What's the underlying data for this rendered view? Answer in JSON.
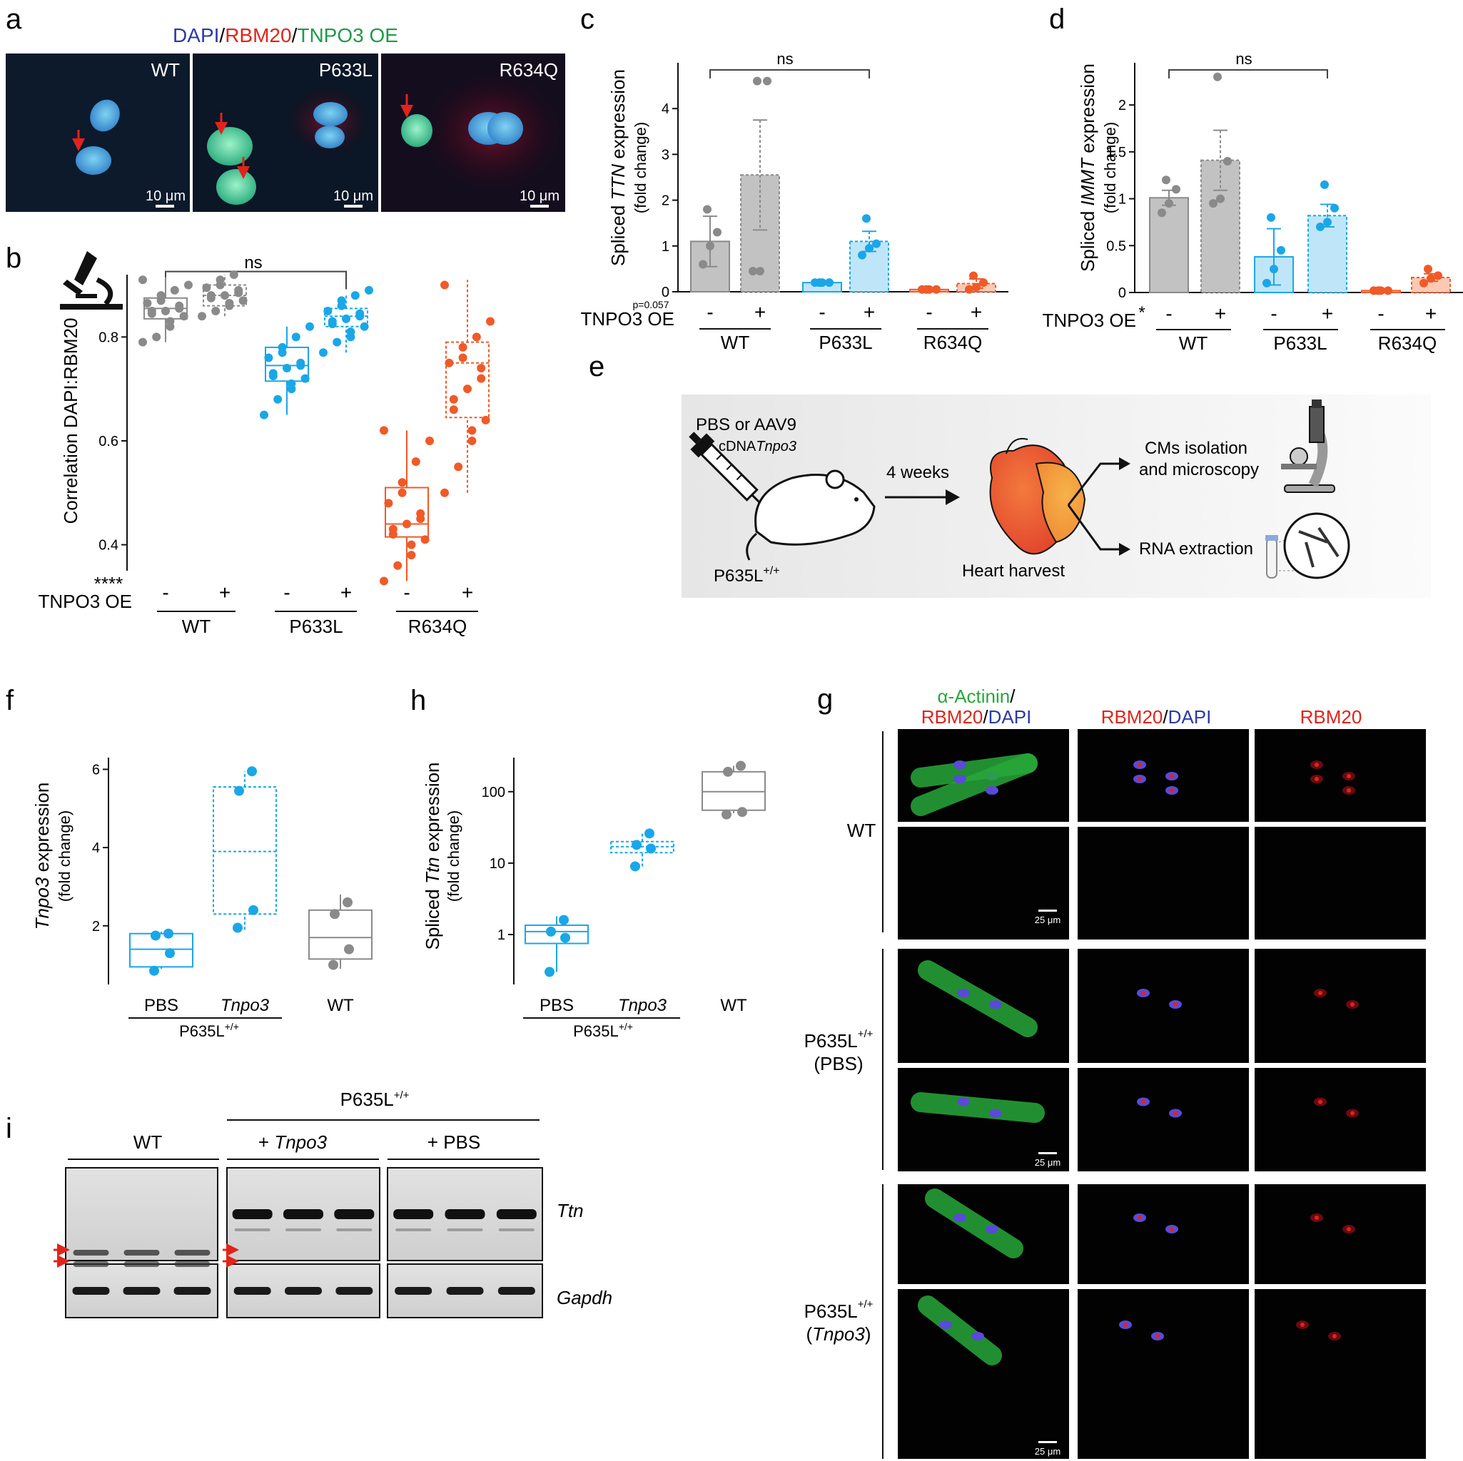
{
  "panels": {
    "a": {
      "letter": "a",
      "header_dapi": "DAPI",
      "header_rbm20": "RBM20",
      "header_tnpo3": "TNPO3 OE",
      "header_sep": "/",
      "images": [
        {
          "label": "WT",
          "scale": "10 μm"
        },
        {
          "label": "P633L",
          "scale": "10 μm"
        },
        {
          "label": "R634Q",
          "scale": "10 μm"
        }
      ]
    },
    "b": {
      "letter": "b",
      "ylabel": "Correlation DAPI:RBM20",
      "significance": "ns",
      "stars": "****",
      "row_label": "TNPO3 OE",
      "signs": [
        "-",
        "+",
        "-",
        "+",
        "-",
        "+"
      ],
      "groups": [
        "WT",
        "P633L",
        "R634Q"
      ]
    },
    "c": {
      "letter": "c",
      "ylabel_1": "Spliced ",
      "ylabel_gene": "TTN",
      "ylabel_2": " expression",
      "ylabel_sub": "(fold change)",
      "significance": "ns",
      "pvalue": "p=0.057",
      "row_label": "TNPO3 OE",
      "signs": [
        "-",
        "+",
        "-",
        "+",
        "-",
        "+"
      ],
      "groups": [
        "WT",
        "P633L",
        "R634Q"
      ]
    },
    "d": {
      "letter": "d",
      "ylabel_1": "Spliced ",
      "ylabel_gene": "IMMT",
      "ylabel_2": " expression",
      "ylabel_sub": "(fold change)",
      "significance": "ns",
      "stars": "*",
      "row_label": "TNPO3 OE",
      "signs": [
        "-",
        "+",
        "-",
        "+",
        "-",
        "+"
      ],
      "groups": [
        "WT",
        "P633L",
        "R634Q"
      ]
    },
    "e": {
      "letter": "e",
      "inject_1": "PBS or AAV9",
      "inject_2": "cDNA",
      "inject_gene": "Tnpo3",
      "mouse": "P635L",
      "mouse_sup": "+/+",
      "time": "4 weeks",
      "harvest": "Heart harvest",
      "out1_a": "CMs isolation",
      "out1_b": "and microscopy",
      "out2": "RNA extraction"
    },
    "f": {
      "letter": "f",
      "ylabel_gene": "Tnpo3",
      "ylabel_2": "  expression",
      "ylabel_sub": "(fold change)",
      "xcats": [
        "PBS",
        "Tnpo3",
        "WT"
      ],
      "group": "P635L",
      "group_sup": "+/+"
    },
    "h": {
      "letter": "h",
      "ylabel_1": "Spliced ",
      "ylabel_gene": "Ttn",
      "ylabel_2": " expression",
      "ylabel_sub": "(fold change)",
      "xcats": [
        "PBS",
        "Tnpo3",
        "WT"
      ],
      "group": "P635L",
      "group_sup": "+/+"
    },
    "g": {
      "letter": "g",
      "col1_a": "α-Actinin",
      "col1_sep": "/",
      "col1_b": "RBM20",
      "col1_c": "DAPI",
      "col2_a": "RBM20",
      "col2_b": "DAPI",
      "col3": "RBM20",
      "row_wt": "WT",
      "row_pbs_1": "P635L",
      "row_pbs_sup": "+/+",
      "row_pbs_2": "(PBS)",
      "row_tn_1": "P635L",
      "row_tn_sup": "+/+",
      "row_tn_2": "Tnpo3",
      "scale": "25 μm"
    },
    "i": {
      "letter": "i",
      "top_group": "P635L",
      "top_sup": "+/+",
      "lane_wt": "WT",
      "lane_tnpo3_pre": "+ ",
      "lane_tnpo3_gene": "Tnpo3",
      "lane_pbs": "+ PBS",
      "band1": "Ttn",
      "band2": "Gapdh"
    }
  },
  "colors": {
    "wt": "#8a8a8a",
    "p633l": "#1aa7e8",
    "r634q": "#f05a28",
    "red_arrow": "#e0241b",
    "dapi_blue": "#2b3aa8",
    "rbm20_red": "#e0241b",
    "tnpo3_green": "#1f9a4a",
    "actinin_green": "#27a83a"
  },
  "chart_data": [
    {
      "panel": "b",
      "type": "box",
      "groups": [
        "WT -",
        "WT +",
        "P633L -",
        "P633L +",
        "R634Q -",
        "R634Q +"
      ],
      "ylim": [
        0.35,
        0.92
      ],
      "yticks": [
        0.4,
        0.6,
        0.8
      ],
      "points": [
        [
          0.79,
          0.8,
          0.82,
          0.83,
          0.84,
          0.845,
          0.85,
          0.85,
          0.855,
          0.86,
          0.865,
          0.87,
          0.88,
          0.89,
          0.9,
          0.91
        ],
        [
          0.84,
          0.85,
          0.86,
          0.865,
          0.87,
          0.875,
          0.88,
          0.88,
          0.885,
          0.89,
          0.895,
          0.9,
          0.91,
          0.92
        ],
        [
          0.65,
          0.68,
          0.7,
          0.71,
          0.72,
          0.725,
          0.73,
          0.74,
          0.745,
          0.75,
          0.76,
          0.77,
          0.78,
          0.8,
          0.82
        ],
        [
          0.77,
          0.79,
          0.8,
          0.81,
          0.82,
          0.825,
          0.83,
          0.835,
          0.84,
          0.845,
          0.85,
          0.86,
          0.87,
          0.88,
          0.89
        ],
        [
          0.33,
          0.36,
          0.38,
          0.4,
          0.41,
          0.42,
          0.43,
          0.44,
          0.45,
          0.46,
          0.48,
          0.5,
          0.52,
          0.56,
          0.6,
          0.62
        ],
        [
          0.5,
          0.55,
          0.6,
          0.62,
          0.64,
          0.66,
          0.68,
          0.7,
          0.72,
          0.74,
          0.75,
          0.76,
          0.78,
          0.8,
          0.83,
          0.9
        ]
      ],
      "boxes": [
        [
          0.79,
          0.835,
          0.855,
          0.875,
          0.915
        ],
        [
          0.84,
          0.86,
          0.88,
          0.9,
          0.92
        ],
        [
          0.65,
          0.715,
          0.745,
          0.78,
          0.82
        ],
        [
          0.77,
          0.82,
          0.84,
          0.855,
          0.88
        ],
        [
          0.33,
          0.415,
          0.44,
          0.51,
          0.62
        ],
        [
          0.5,
          0.645,
          0.75,
          0.79,
          0.91
        ]
      ]
    },
    {
      "panel": "c",
      "type": "bar",
      "groups": [
        "WT -",
        "WT +",
        "P633L -",
        "P633L +",
        "R634Q -",
        "R634Q +"
      ],
      "ylim": [
        0,
        5
      ],
      "yticks": [
        0,
        1,
        2,
        3,
        4
      ],
      "values": [
        1.1,
        2.55,
        0.2,
        1.1,
        0.05,
        0.18
      ],
      "errors": [
        0.55,
        1.2,
        0.02,
        0.22,
        0.01,
        0.1
      ],
      "points": [
        [
          0.6,
          1.0,
          1.3,
          1.8
        ],
        [
          0.45,
          0.45,
          4.6,
          4.6
        ],
        [
          0.2,
          0.2,
          0.2,
          0.2
        ],
        [
          0.8,
          0.95,
          1.05,
          1.6
        ],
        [
          0.05,
          0.05,
          0.05,
          0.05
        ],
        [
          0.05,
          0.1,
          0.2,
          0.35
        ]
      ]
    },
    {
      "panel": "d",
      "type": "bar",
      "groups": [
        "WT -",
        "WT +",
        "P633L -",
        "P633L +",
        "R634Q -",
        "R634Q +"
      ],
      "ylim": [
        0,
        2.45
      ],
      "yticks": [
        0,
        0.5,
        1,
        1.5,
        2
      ],
      "values": [
        1.01,
        1.41,
        0.38,
        0.82,
        0.02,
        0.16
      ],
      "errors": [
        0.08,
        0.32,
        0.3,
        0.12,
        0.01,
        0.04
      ],
      "points": [
        [
          0.85,
          0.95,
          1.1,
          1.2
        ],
        [
          0.95,
          1.0,
          1.4,
          2.3
        ],
        [
          0.1,
          0.25,
          0.45,
          0.8
        ],
        [
          0.7,
          0.75,
          0.9,
          1.15
        ],
        [
          0.02,
          0.02,
          0.02,
          0.02
        ],
        [
          0.1,
          0.15,
          0.18,
          0.25
        ]
      ]
    },
    {
      "panel": "f",
      "type": "box",
      "groups": [
        "PBS",
        "Tnpo3",
        "WT"
      ],
      "ylim": [
        0.5,
        6.3
      ],
      "yticks": [
        2,
        4,
        6
      ],
      "boxes": [
        [
          0.9,
          0.95,
          1.4,
          1.8,
          1.85
        ],
        [
          1.9,
          2.3,
          3.9,
          5.55,
          5.95
        ],
        [
          0.9,
          1.15,
          1.7,
          2.4,
          2.8
        ]
      ],
      "points": [
        [
          0.85,
          1.3,
          1.75,
          1.8
        ],
        [
          1.95,
          2.4,
          5.45,
          5.95
        ],
        [
          1.0,
          1.4,
          2.3,
          2.6
        ]
      ]
    },
    {
      "panel": "h",
      "type": "box",
      "yscale": "log",
      "groups": [
        "PBS",
        "Tnpo3",
        "WT"
      ],
      "ylim": [
        0.2,
        300
      ],
      "yticks": [
        1,
        10,
        100
      ],
      "boxes": [
        [
          0.3,
          0.75,
          1.1,
          1.35,
          1.8
        ],
        [
          9,
          14,
          17,
          20,
          26
        ],
        [
          50,
          55,
          100,
          190,
          230
        ]
      ],
      "points": [
        [
          0.3,
          0.9,
          1.1,
          1.6
        ],
        [
          9,
          16,
          18,
          26
        ],
        [
          48,
          52,
          190,
          230
        ]
      ]
    }
  ]
}
